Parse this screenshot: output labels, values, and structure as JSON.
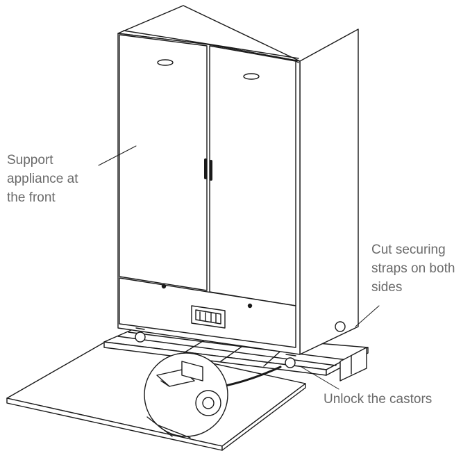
{
  "annotations": {
    "support": [
      "Support",
      "appliance at",
      "the front"
    ],
    "straps": [
      "Cut securing",
      "straps on both",
      "sides"
    ],
    "castors": [
      "Unlock the castors"
    ]
  },
  "colors": {
    "line": "#1a1a1a",
    "label_text": "#6a6a6a",
    "background": "#ffffff"
  },
  "icons": [
    "brand-badge-icon",
    "control-panel-display"
  ]
}
